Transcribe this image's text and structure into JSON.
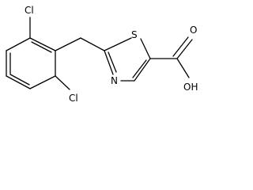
{
  "molecule": {
    "atoms": {
      "cl_top": "Cl",
      "cl_bottom": "Cl",
      "sulfur": "S",
      "nitrogen": "N",
      "oxygen": "O",
      "hydroxyl": "OH"
    }
  }
}
